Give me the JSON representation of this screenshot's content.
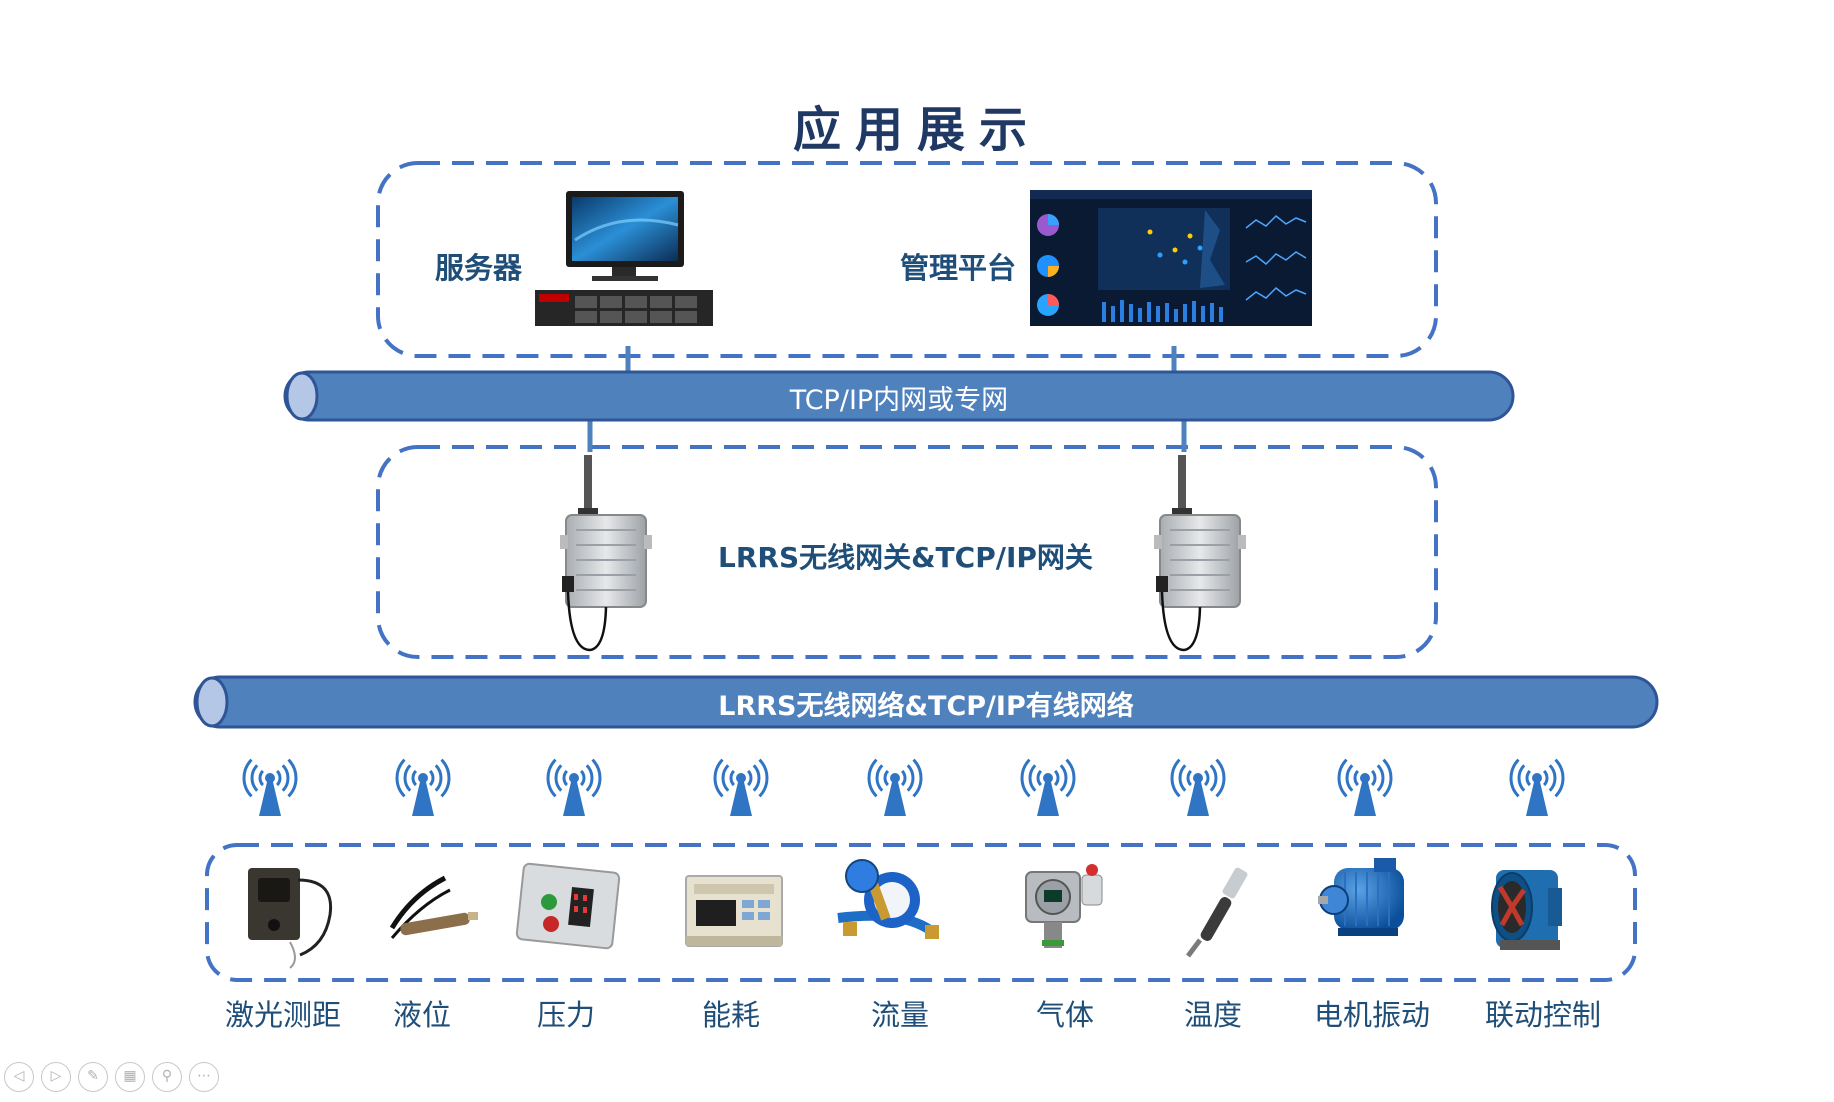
{
  "title": "应用展示",
  "top_group": {
    "server_label": "服务器",
    "platform_label": "管理平台"
  },
  "network_pipe": "TCP/IP内网或专网",
  "gateway_label": "LRRS无线网关&TCP/IP网关",
  "wireless_pipe": "LRRS无线网络&TCP/IP有线网络",
  "sensors": [
    {
      "label": "激光测距",
      "icon": "laser-rangefinder-icon"
    },
    {
      "label": "液位",
      "icon": "level-probe-icon"
    },
    {
      "label": "压力",
      "icon": "pressure-sensor-icon"
    },
    {
      "label": "能耗",
      "icon": "energy-meter-icon"
    },
    {
      "label": "流量",
      "icon": "water-meter-icon"
    },
    {
      "label": "气体",
      "icon": "gas-detector-icon"
    },
    {
      "label": "温度",
      "icon": "temperature-probe-icon"
    },
    {
      "label": "电机振动",
      "icon": "motor-icon"
    },
    {
      "label": "联动控制",
      "icon": "axial-fan-icon"
    }
  ],
  "colors": {
    "accent": "#1f4e79",
    "pipe": "#4f81bd",
    "pipe_end": "#b4c7e7",
    "dashed_border": "#4472c4"
  }
}
